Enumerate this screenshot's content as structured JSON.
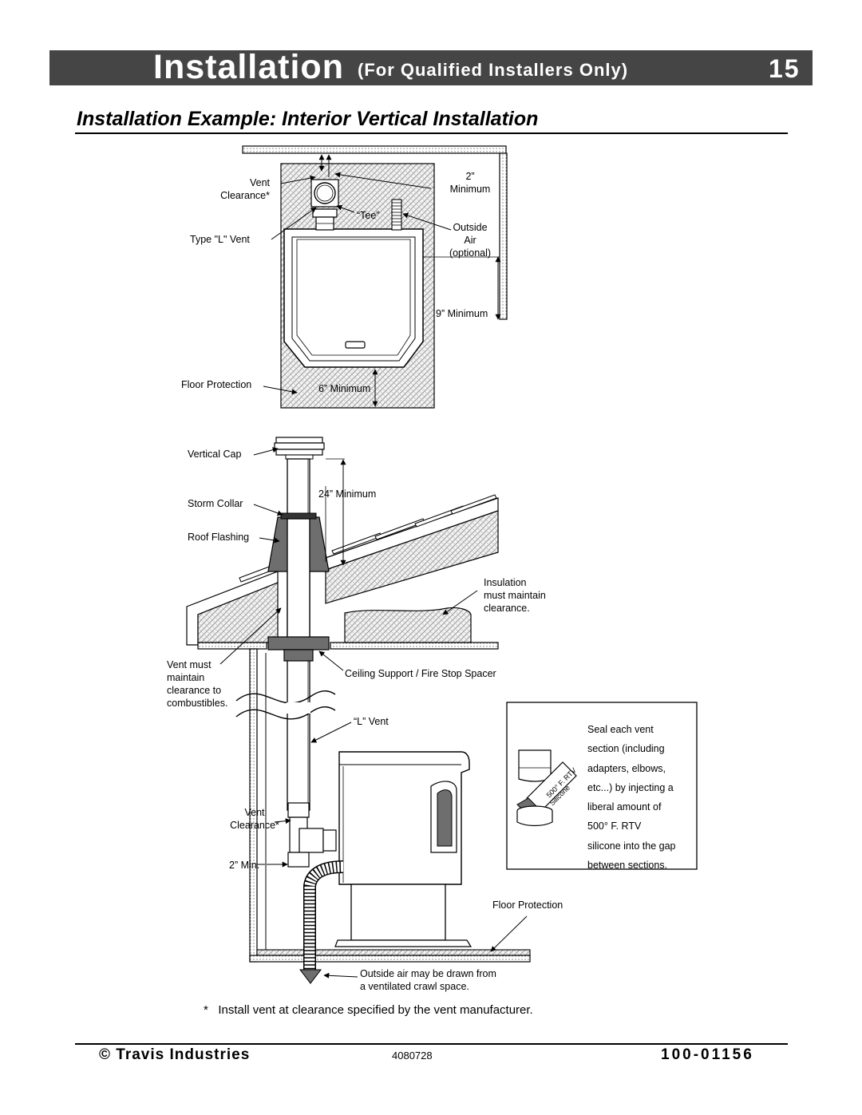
{
  "header": {
    "main": "Installation",
    "sub": "(For Qualified Installers Only)",
    "page_number": "15"
  },
  "section_title": "Installation Example: Interior Vertical  Installation",
  "top_view": {
    "vent_clearance": [
      "Vent",
      "Clearance*"
    ],
    "two_inch_minimum": [
      "2”",
      "Minimum"
    ],
    "tee": "“Tee”",
    "type_l_vent": "Type \"L\" Vent",
    "outside_air": [
      "Outside",
      "Air",
      "(optional)"
    ],
    "nine_minimum": "9” Minimum",
    "floor_protection": "Floor Protection",
    "six_minimum": "6” Minimum"
  },
  "side_view": {
    "vertical_cap": "Vertical Cap",
    "storm_collar": "Storm Collar",
    "roof_flashing": "Roof Flashing",
    "twenty_four_minimum": "24” Minimum",
    "insulation": [
      "Insulation",
      "must maintain",
      "clearance."
    ],
    "vent_must": [
      "Vent must",
      "maintain",
      "clearance to",
      "combustibles."
    ],
    "ceiling_support": "Ceiling Support / Fire Stop Spacer",
    "l_vent": "“L” Vent",
    "vent_clearance": [
      "Vent",
      "Clearance*"
    ],
    "two_min": "2” Min.",
    "floor_protection": "Floor Protection",
    "outside_air_note": [
      "Outside air may be drawn from",
      "a ventilated crawl space."
    ]
  },
  "seal_box": {
    "lines": [
      "Seal each vent",
      "section (including",
      "adapters, elbows,",
      "etc...) by injecting a",
      "liberal amount of",
      "500° F. RTV",
      "silicone into the gap",
      "between sections."
    ],
    "tube_text": [
      "500° F. RTV",
      "Silicone"
    ]
  },
  "footnote": "*   Install vent at clearance specified by the vent manufacturer.",
  "footer": {
    "company": "©  Travis  Industries",
    "code": "4080728",
    "part_number": "100-01156"
  },
  "colors": {
    "header_bar": "#454545",
    "hatch": "#bdbdbd",
    "dark_fill": "#6e6e6e"
  }
}
